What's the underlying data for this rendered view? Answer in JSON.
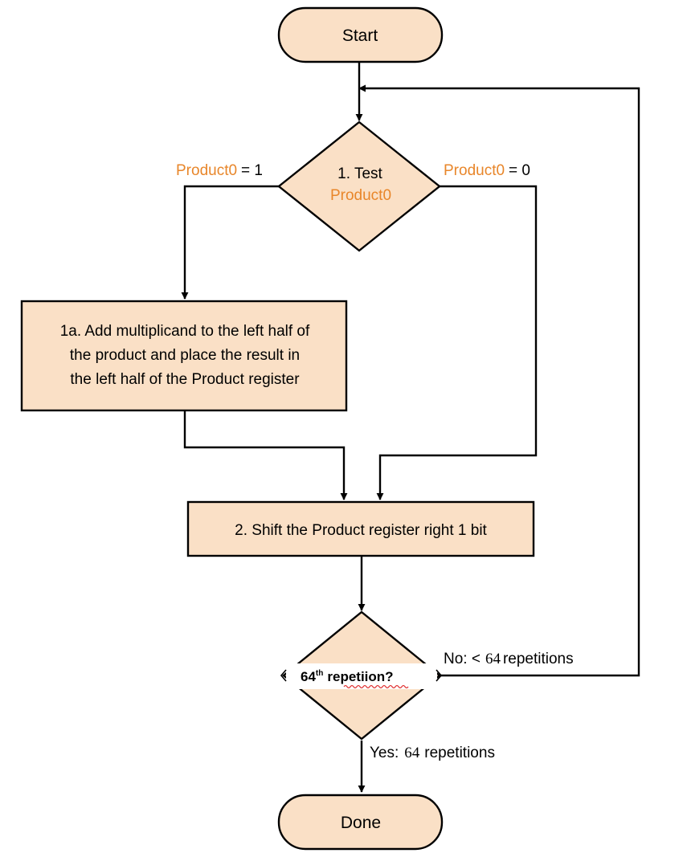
{
  "colors": {
    "shape_fill": "#FAE0C6",
    "stroke": "#000000",
    "highlight_text": "#E8862A",
    "misspelling_underline": "#E03030"
  },
  "start": {
    "label": "Start"
  },
  "test": {
    "line1": "1. Test",
    "line2": "Product0",
    "left_branch": {
      "var": "Product0",
      "cond": "= 1"
    },
    "right_branch": {
      "var": "Product0",
      "cond": "= 0"
    }
  },
  "step_1a": {
    "lines": [
      "1a. Add multiplicand to the left half of",
      "the product and place the result in",
      "the left half of the Product register"
    ]
  },
  "step_2": {
    "label": "2. Shift the Product register right 1 bit"
  },
  "repeat_check": {
    "label_prefix": "64",
    "label_sup": "th",
    "label_word": "repetiion?",
    "no_branch": {
      "prefix": "No:  <",
      "count": "64",
      "suffix": "repetitions"
    },
    "yes_branch": {
      "prefix": "Yes:",
      "count": "64",
      "suffix": "repetitions"
    }
  },
  "done": {
    "label": "Done"
  }
}
